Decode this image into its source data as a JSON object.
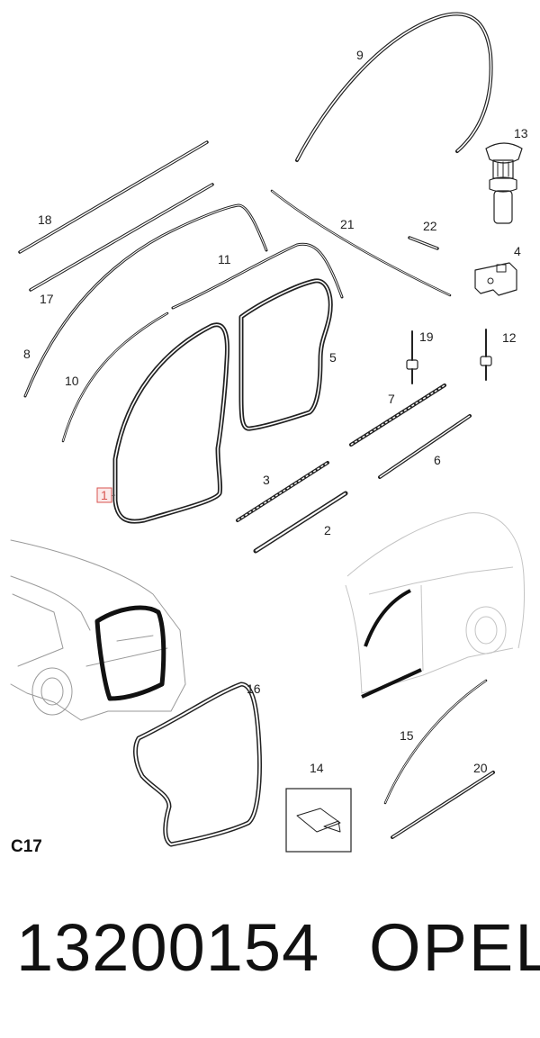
{
  "diagram": {
    "section_code": "C17",
    "callouts": [
      "1",
      "2",
      "3",
      "4",
      "5",
      "6",
      "7",
      "8",
      "9",
      "10",
      "11",
      "12",
      "13",
      "14",
      "15",
      "16",
      "17",
      "18",
      "19",
      "20",
      "21",
      "22"
    ],
    "highlighted_callout": "1",
    "highlight_color": "#d9534f"
  },
  "footer": {
    "part_number": "13200154",
    "brand": "OPEL"
  }
}
